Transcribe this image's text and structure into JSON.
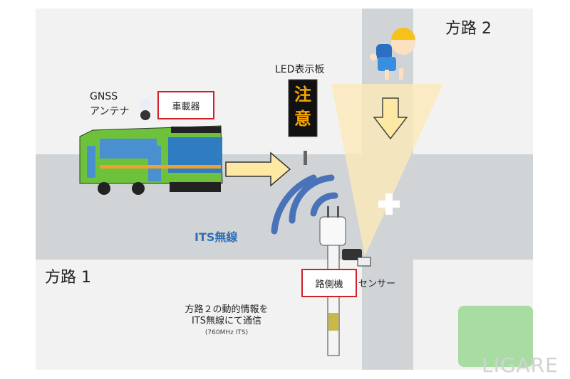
{
  "labels": {
    "road1": "方路 1",
    "road2": "方路 2",
    "gnss_line1": "GNSS",
    "gnss_line2": "アンテナ",
    "onboard_unit": "車載器",
    "led_board": "LED表示板",
    "led_text_1": "注",
    "led_text_2": "意",
    "its_radio": "ITS無線",
    "roadside_unit": "路側機",
    "sensor": "センサー",
    "desc_line1": "方路２の動的情報を",
    "desc_line2": "ITS無線にて通信",
    "desc_line3": "(760MHz ITS)",
    "watermark": "LIGARE"
  },
  "colors": {
    "road": "#d1d4d7",
    "ground": "#f2f2f2",
    "arrow": "#fde9a3",
    "radio_waves": "#4a72b8",
    "its_text": "#2f6fb5",
    "led_text": "#f5a500",
    "box_border": "#d0202a",
    "green_area": "#a9dca2"
  }
}
